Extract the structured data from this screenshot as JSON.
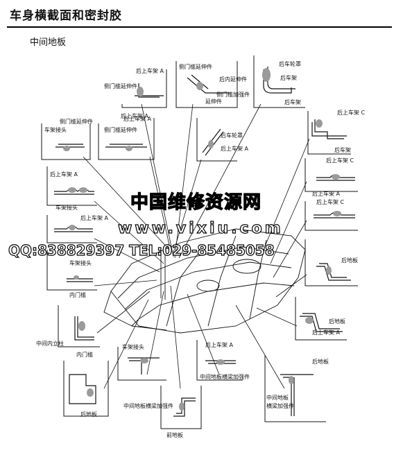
{
  "header": {
    "title": "车身横截面和密封胶",
    "subtitle": "中间地板"
  },
  "watermark": {
    "line1": "中国维修资源网",
    "line2": "www.vixiu.com",
    "line3": "QQ:838829397 TEL:029-85485058"
  },
  "labels": {
    "rear_frame_a": "后上车架 A",
    "rear_frame_c": "后上车架 C",
    "rear_frame": "后车架",
    "rear_wheelhouse": "后车轮罩",
    "rear_extension": "后内延伸件",
    "sill_ext": "侧门槛延伸件",
    "sill_ext_stiff": "侧门槛加强件\n延伸件",
    "frame_joint": "车架接头",
    "inner_sill": "内门槛",
    "middle_pillar": "中间内立柱",
    "rear_floor": "后地板",
    "front_floor": "前地板",
    "floor_xmember": "中间地板横梁加强件",
    "mid_floor_xmember": "中间地板\n横梁加强件"
  },
  "icon_colors": {
    "sealant": "#9a9a9a",
    "line": "#111111"
  }
}
